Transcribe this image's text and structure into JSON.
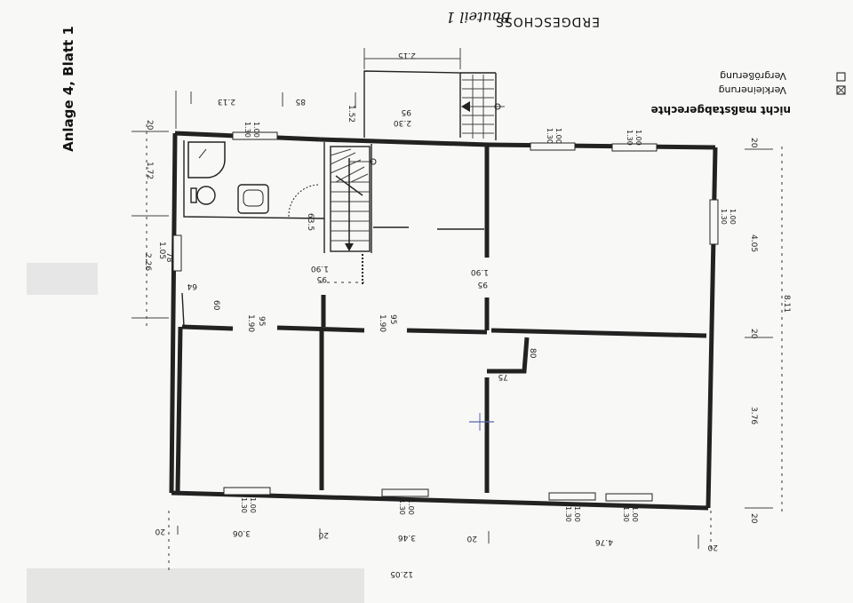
{
  "header": {
    "title": "ERDGESCHOSS",
    "handwritten": "Bauteil 1"
  },
  "legend": {
    "heading": "nicht maßstabgerechte",
    "verkleinerung": "Verkleinerung",
    "vergroesserung": "Vergrößerung"
  },
  "sidebar": {
    "label": "Anlage 4, Blatt 1"
  },
  "dimensions": {
    "stairs_width": "2.15",
    "top_2_13": "2.13",
    "top_85": "85",
    "top_1_52": "1.52",
    "stair_95": "95",
    "stair_230": "2.30",
    "win_top_100": "1.00",
    "win_top_130": "1.30",
    "win_r1_100": "1.00",
    "win_r1_130": "1.30",
    "win_r2_100": "1.00",
    "win_r2_130": "1.30",
    "left_20": "20",
    "left_172": "1.72",
    "left_78": "78",
    "left_105": "1.05",
    "left_226": "2.26",
    "right_20a": "20",
    "right_405": "4.05",
    "right_100": "1.00",
    "right_130": "1.30",
    "right_811": "8.11",
    "right_20b": "20",
    "right_376": "3.76",
    "right_20c": "20",
    "bath_635": "63.5",
    "hall_190a": "1.90",
    "hall_95a": "95",
    "hall_95b": "95",
    "hall_190b": "1.90",
    "hall_95c": "95",
    "hall_190c": "1.90",
    "hall_64": "64",
    "hall_60": "60",
    "door_95d": "95",
    "door_190d": "1.90",
    "rm_80": "80",
    "rm_75": "75",
    "bot_100a": "1.00",
    "bot_130a": "1.30",
    "bot_100b": "1.00",
    "bot_130b": "1.30",
    "bot_100c": "1.00",
    "bot_130c": "1.30",
    "bot_100d": "1.00",
    "bot_130d": "1.30",
    "bot_20a": "20",
    "bot_306": "3.06",
    "bot_20b": "20",
    "bot_346": "3.46",
    "bot_20c": "20",
    "bot_476": "4.76",
    "bot_20d": "20",
    "total": "12.05"
  }
}
